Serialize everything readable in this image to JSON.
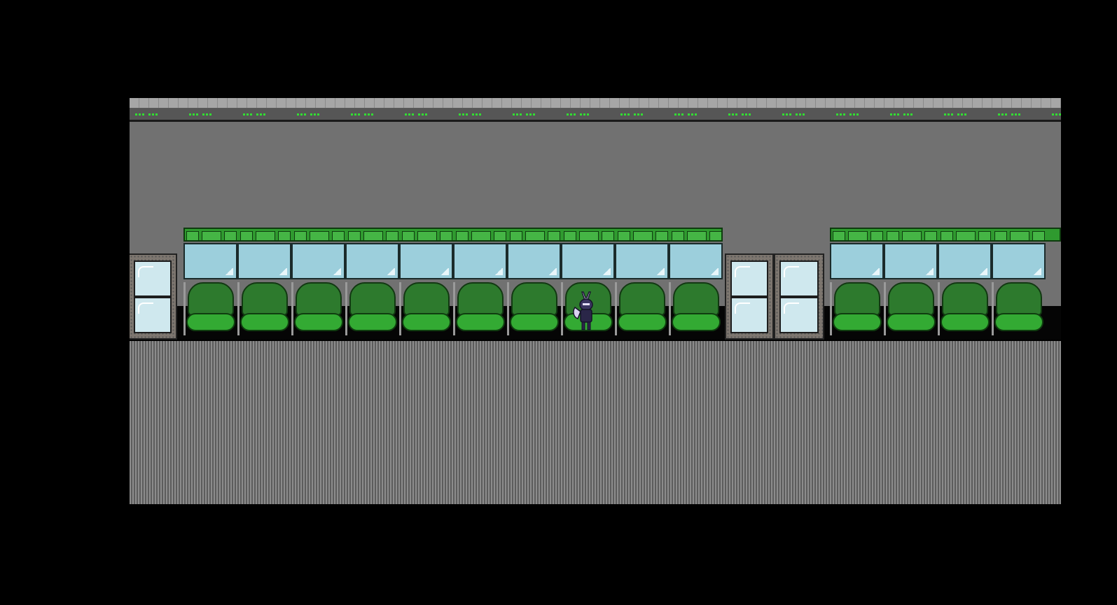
{
  "scene": {
    "name": "train-station-platform",
    "colors": {
      "background": "#000000",
      "wall": "#717171",
      "seat_green": "#33aa33",
      "seat_back": "#2d7a2d",
      "window_blue": "#9ccfdc",
      "led_green": "#33dd33"
    },
    "train_cars": [
      {
        "seats": 10,
        "windows": 10
      },
      {
        "seats": 4,
        "windows": 4
      }
    ],
    "doors": [
      "left-door",
      "middle-door-a",
      "middle-door-b"
    ],
    "player": {
      "sprite": "dark-bunny-character"
    }
  }
}
